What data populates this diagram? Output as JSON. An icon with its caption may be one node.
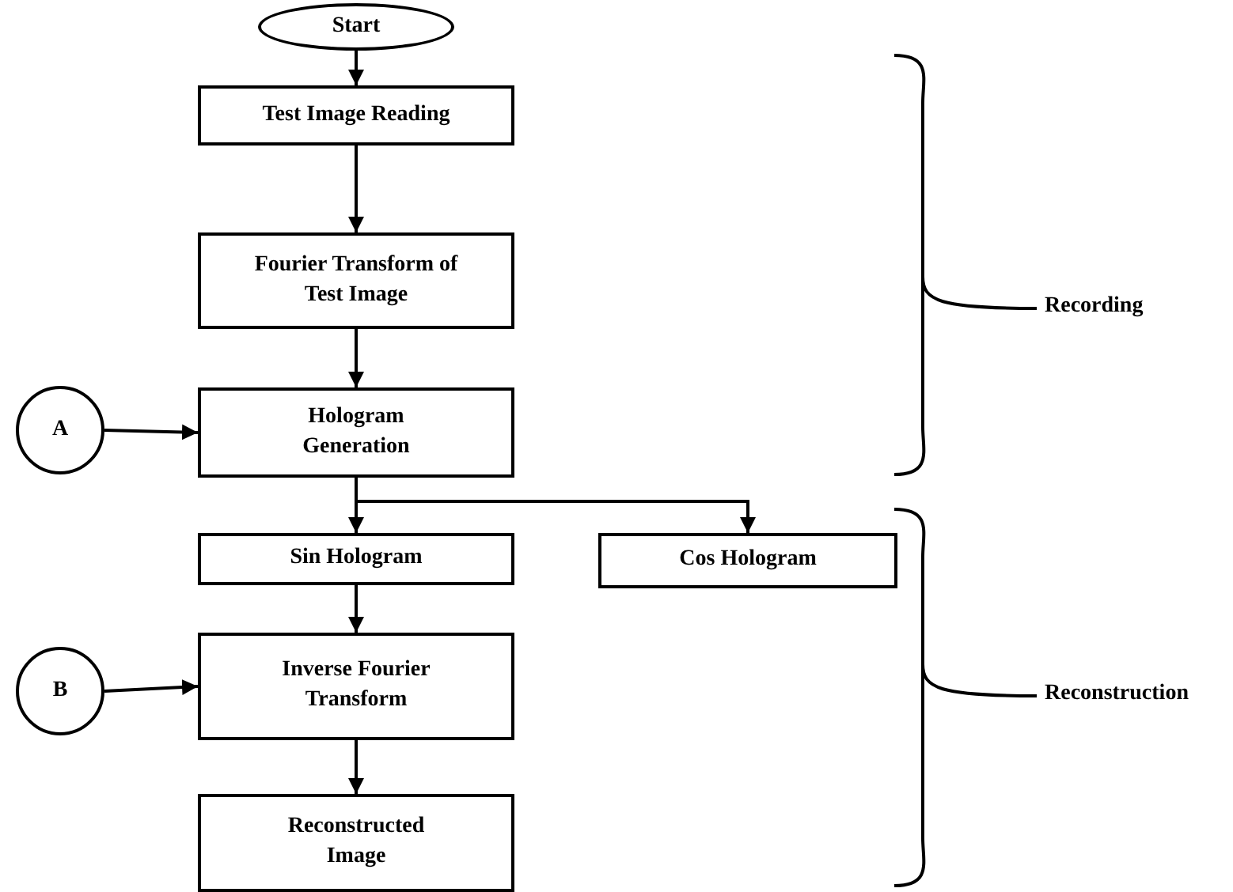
{
  "diagram": {
    "nodes": [
      {
        "text": [
          "Start"
        ]
      },
      {
        "text": [
          "Test Image Reading"
        ]
      },
      {
        "text": [
          "Fourier Transform of Test Image"
        ]
      },
      {
        "text": [
          "A"
        ]
      },
      {
        "text": [
          "Hologram Generation"
        ]
      },
      {
        "text": [
          "Sin Hologram"
        ]
      },
      {
        "text": [
          "Cos Hologram"
        ]
      },
      {
        "text": [
          "B"
        ]
      },
      {
        "text": [
          "Inverse Fourier Transform"
        ]
      },
      {
        "text": [
          "Reconstructed Image"
        ]
      }
    ],
    "edges": [
      {
        "from": 0,
        "to": 1,
        "arrow": "to"
      },
      {
        "from": 1,
        "to": 2,
        "arrow": "to"
      },
      {
        "from": 2,
        "to": 4,
        "arrow": "to"
      },
      {
        "from": 3,
        "to": 4,
        "arrow": "to"
      },
      {
        "from": 4,
        "to": 5,
        "arrow": "to"
      },
      {
        "from": 4,
        "to": 6,
        "arrow": "to"
      },
      {
        "from": 5,
        "to": 8,
        "arrow": "to"
      },
      {
        "from": 7,
        "to": 8,
        "arrow": "to"
      },
      {
        "from": 8,
        "to": 9,
        "arrow": "to"
      }
    ],
    "labels": [
      "Recording",
      "Reconstruction"
    ]
  }
}
